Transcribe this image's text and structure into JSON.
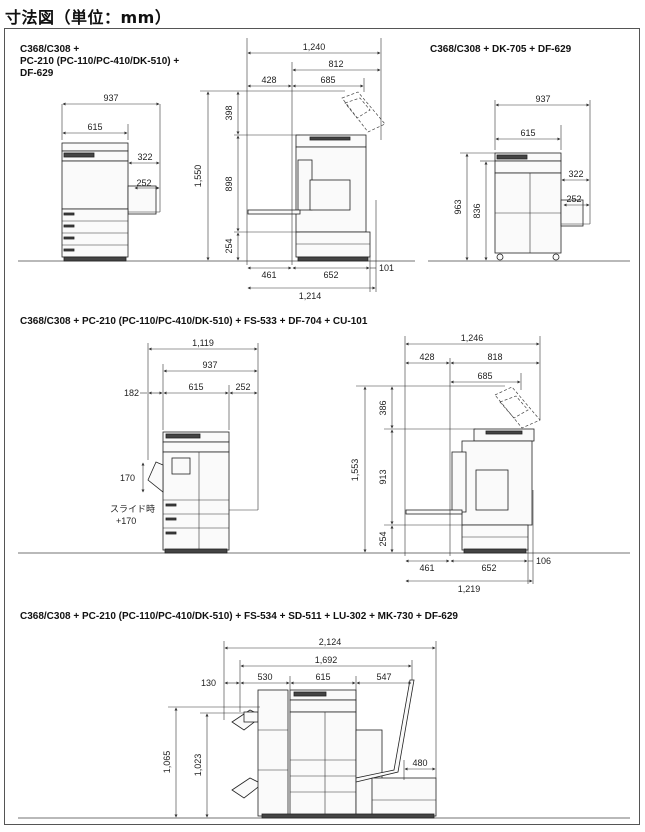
{
  "title": "寸法図（単位：mm）",
  "sections": {
    "s1": {
      "caption_left_1": "C368/C308 +",
      "caption_left_2": "PC-210 (PC-110/PC-410/DK-510) +",
      "caption_left_3": "DF-629",
      "caption_right": "C368/C308 + DK-705 + DF-629",
      "front": {
        "w937": "937",
        "w615": "615",
        "w322": "322",
        "w252": "252"
      },
      "side": {
        "w1240": "1,240",
        "w812": "812",
        "w428": "428",
        "w685": "685",
        "h398": "398",
        "h1550": "1,550",
        "h898": "898",
        "h254": "254",
        "w461": "461",
        "w652": "652",
        "w101": "101",
        "w1214": "1,214"
      },
      "right": {
        "w937": "937",
        "w615": "615",
        "w322": "322",
        "w252": "252",
        "h963": "963",
        "h836": "836"
      }
    },
    "s2": {
      "caption": "C368/C308 + PC-210 (PC-110/PC-410/DK-510) + FS-533 + DF-704 + CU-101",
      "front": {
        "w1119": "1,119",
        "w937": "937",
        "w182": "182",
        "w615": "615",
        "w252": "252",
        "h170": "170",
        "slide_1": "スライド時",
        "slide_2": "+170"
      },
      "side": {
        "w1246": "1,246",
        "w428": "428",
        "w818": "818",
        "w685": "685",
        "h386": "386",
        "h1553": "1,553",
        "h913": "913",
        "h254": "254",
        "w461": "461",
        "w652": "652",
        "w106": "106",
        "w1219": "1,219"
      }
    },
    "s3": {
      "caption": "C368/C308 + PC-210 (PC-110/PC-410/DK-510) + FS-534 + SD-511 + LU-302 + MK-730 + DF-629",
      "w2124": "2,124",
      "w1692": "1,692",
      "w130": "130",
      "w530": "530",
      "w615": "615",
      "w547": "547",
      "h1065": "1,065",
      "h1023": "1,023",
      "w480": "480"
    }
  }
}
